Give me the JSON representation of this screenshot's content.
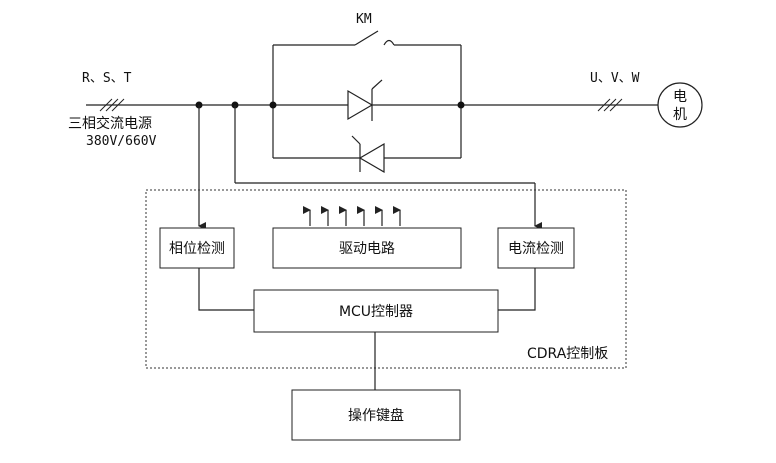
{
  "labels": {
    "km": "KM",
    "input_phases": "R、S、T",
    "output_phases": "U、V、W",
    "source_line1": "三相交流电源",
    "source_line2": "380V/660V",
    "motor_line1": "电",
    "motor_line2": "机",
    "phase_detection": "相位检测",
    "drive_circuit": "驱动电路",
    "current_detection": "电流检测",
    "mcu_controller": "MCU控制器",
    "board_name": "CDRA控制板",
    "keyboard": "操作键盘"
  }
}
